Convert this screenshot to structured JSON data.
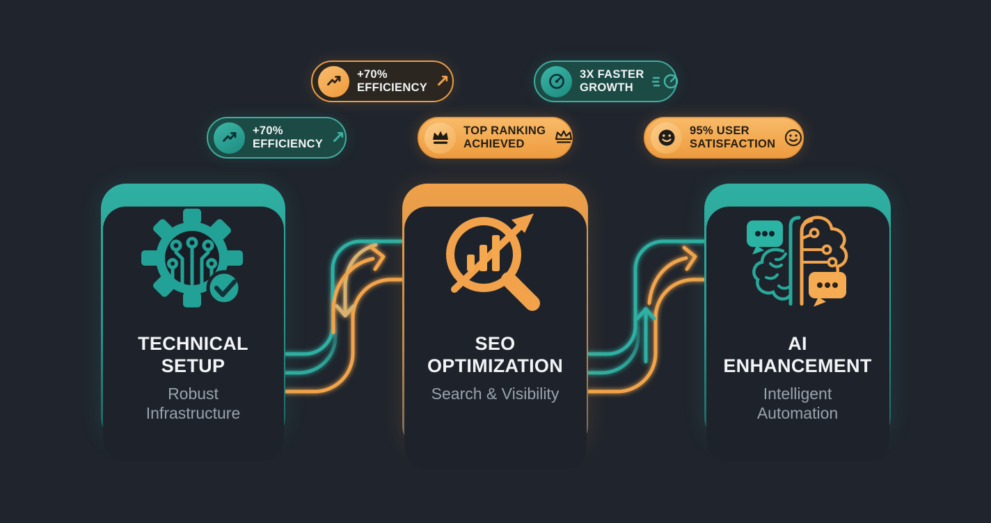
{
  "glyphs": {
    "arrow_up_right": "↗"
  },
  "badges": [
    {
      "lines": [
        "+70%",
        "EFFICIENCY"
      ],
      "style": "orange-outline",
      "left_icon": "trend-up-icon",
      "right_icon": "arrow-up-right-icon"
    },
    {
      "lines": [
        "3X FASTER",
        "GROWTH"
      ],
      "style": "teal-outline",
      "left_icon": "gauge-icon",
      "right_icon": "gauge-speed-icon"
    },
    {
      "lines": [
        "+70%",
        "EFFICIENCY"
      ],
      "style": "teal-outline",
      "left_icon": "trend-up-icon",
      "right_icon": "arrow-up-right-icon"
    },
    {
      "lines": [
        "TOP RANKING",
        "ACHIEVED"
      ],
      "style": "orange-solid",
      "left_icon": "crown-icon",
      "right_icon": "crown-outline-icon"
    },
    {
      "lines": [
        "95% USER",
        "SATISFACTION"
      ],
      "style": "orange-solid",
      "left_icon": "smiley-icon",
      "right_icon": "smiley-outline-icon"
    }
  ],
  "cards": [
    {
      "title": "TECHNICAL SETUP",
      "subtitle": "Robust Infrastructure",
      "icon": "gear-circuit-icon",
      "accent": "teal"
    },
    {
      "title": "SEO OPTIMIZATION",
      "subtitle": "Search & Visibility",
      "icon": "seo-growth-icon",
      "accent": "orange"
    },
    {
      "title": "AI ENHANCEMENT",
      "subtitle": "Intelligent Automation",
      "icon": "ai-brain-icon",
      "accent": "teal"
    }
  ],
  "flow": {
    "connectors": [
      {
        "from": "TECHNICAL SETUP",
        "to": "SEO OPTIMIZATION",
        "arrows": [
          "down",
          "up-right"
        ]
      },
      {
        "from": "SEO OPTIMIZATION",
        "to": "AI ENHANCEMENT",
        "arrows": [
          "up",
          "up-right"
        ]
      }
    ]
  },
  "colors": {
    "background": "#20252d",
    "teal": "#2fb0a2",
    "orange": "#f2a44c",
    "tan": "#d9b26f",
    "title_text": "#f2f4f6",
    "subtitle_text": "#99a2ac"
  }
}
